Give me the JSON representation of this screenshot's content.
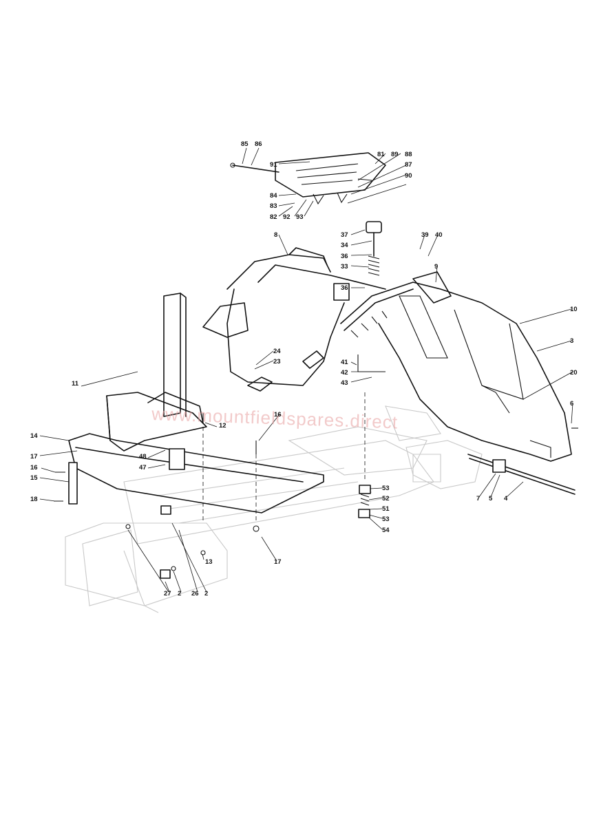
{
  "watermark": "www.mountfieldspares.direct",
  "callouts": [
    "85",
    "86",
    "91",
    "81",
    "89",
    "88",
    "87",
    "90",
    "84",
    "83",
    "82",
    "92",
    "93",
    "37",
    "34",
    "36",
    "33",
    "39",
    "40",
    "8",
    "9",
    "36",
    "10",
    "3",
    "24",
    "23",
    "41",
    "42",
    "43",
    "20",
    "11",
    "16",
    "12",
    "6",
    "14",
    "17",
    "48",
    "47",
    "16",
    "15",
    "18",
    "53",
    "52",
    "51",
    "53",
    "54",
    "7",
    "5",
    "4",
    "13",
    "17",
    "27",
    "2",
    "26",
    "2"
  ]
}
